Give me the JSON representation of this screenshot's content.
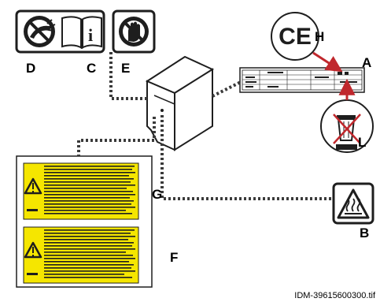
{
  "callouts": {
    "A": "A",
    "B": "B",
    "C": "C",
    "D": "D",
    "E": "E",
    "F": "F",
    "G": "G",
    "H": "H",
    "L": "L"
  },
  "symbols": {
    "ce_mark": "CE",
    "info_letter": "i"
  },
  "icons": {
    "no_water_spray": "no-water-spray-icon",
    "read_manual": "read-manual-icon",
    "no_hand": "no-hand-contact-icon",
    "hot_surface": "hot-surface-warning-icon",
    "weee_bin": "crossed-out-bin-icon",
    "warning_triangle": "warning-triangle-icon"
  },
  "colors": {
    "warning_yellow": "#f5e600",
    "arrow_red": "#c0282d",
    "line_gray": "#3a3a3a",
    "box_dark": "#1e1e1e"
  },
  "footer": {
    "file_id": "IDM-39615600300.tif"
  }
}
